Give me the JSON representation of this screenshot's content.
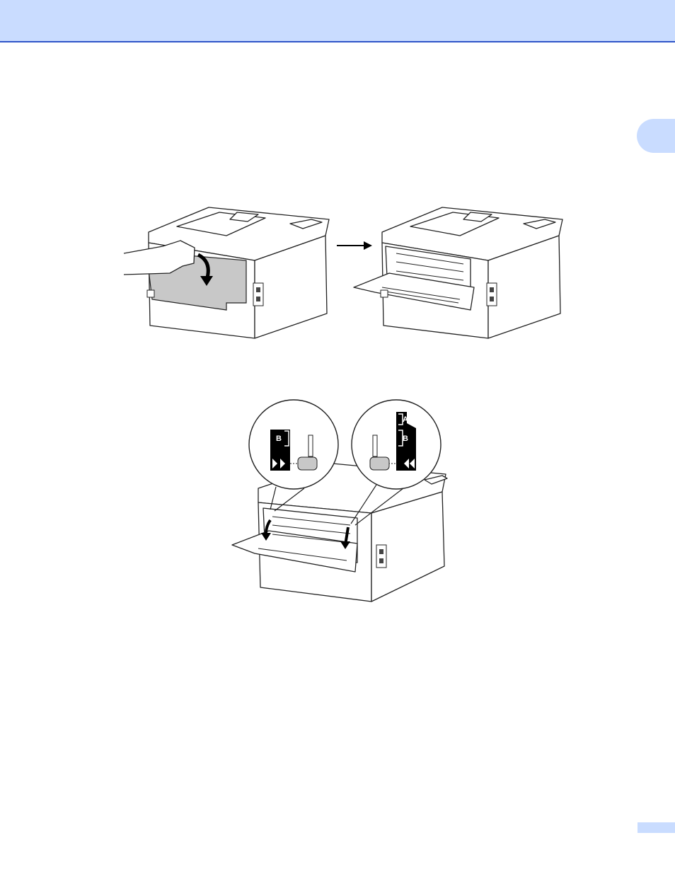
{
  "header": {
    "band_color": "#c9dcff",
    "rule_color": "#2f55c8"
  },
  "chapter_tab": {
    "label": ""
  },
  "page_number": {
    "label": ""
  },
  "figures": {
    "callout_left": {
      "label": "B"
    },
    "callout_right": {
      "label_a": "A",
      "label_b": "B"
    }
  }
}
